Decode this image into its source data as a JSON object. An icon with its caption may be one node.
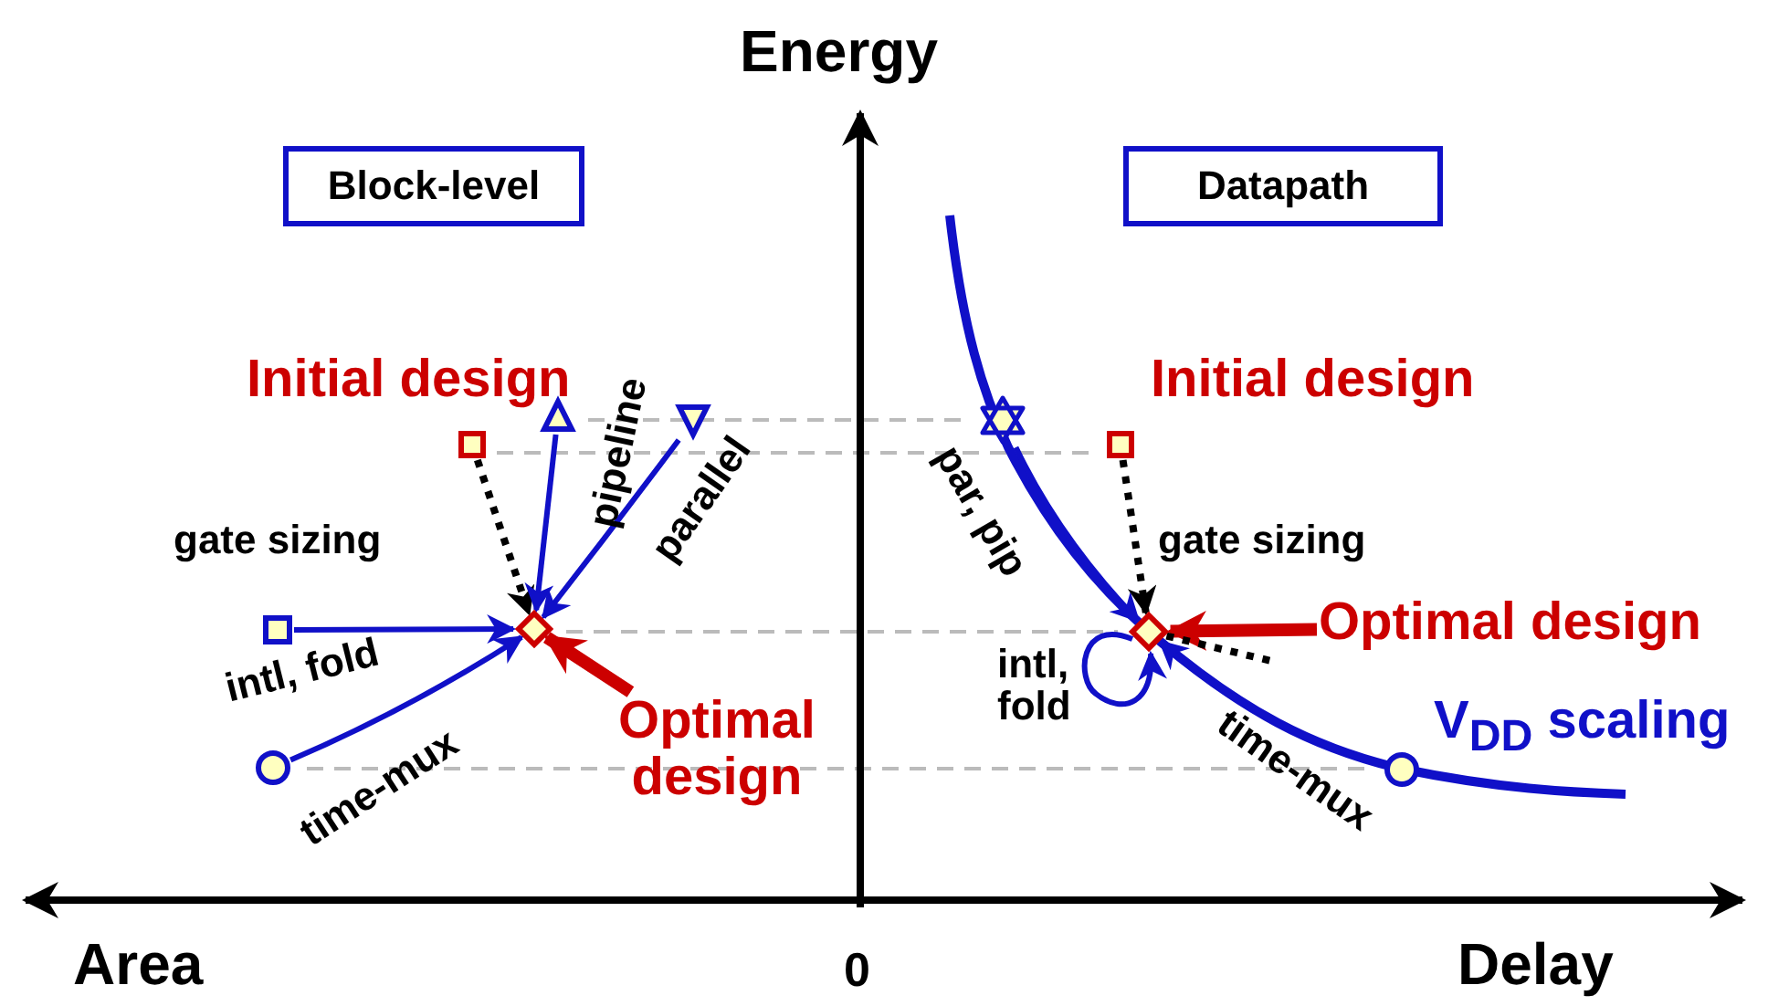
{
  "diagram": {
    "nodes": [
      {
        "text": [
          "Block-level"
        ]
      },
      {
        "text": [],
        "shape": "box",
        "beside": [
          "Initial design"
        ]
      },
      {
        "text": [],
        "shape": "triangle"
      },
      {
        "text": [],
        "shape": "triangle"
      },
      {
        "text": [],
        "shape": "diamond"
      },
      {
        "text": [],
        "shape": "box"
      },
      {
        "text": [],
        "shape": "circle"
      },
      {
        "text": [
          "Optimal design"
        ]
      },
      {
        "text": [
          "Datapath"
        ]
      },
      {
        "text": [],
        "shape": "star"
      },
      {
        "text": [],
        "shape": "box",
        "beside": [
          "Initial design"
        ]
      },
      {
        "text": [],
        "shape": "diamond"
      },
      {
        "text": [],
        "shape": "circle"
      },
      {
        "text": [
          "Optimal design"
        ]
      }
    ],
    "edges": [
      {
        "from": 1,
        "to": 4,
        "arrow": "to",
        "label": "gate sizing",
        "style": "dashed",
        "color": "#000000"
      },
      {
        "from": 2,
        "to": 4,
        "arrow": "to",
        "label": "pipeline"
      },
      {
        "from": 3,
        "to": 4,
        "arrow": "to",
        "label": "parallel"
      },
      {
        "from": 5,
        "to": 4,
        "arrow": "to",
        "label": "intl, fold"
      },
      {
        "from": 6,
        "to": 4,
        "arrow": "to",
        "label": "time-mux"
      },
      {
        "from": 7,
        "to": 4,
        "arrow": "to",
        "style": "thick",
        "color": "#cc0000"
      },
      {
        "from": 9,
        "to": 11,
        "arrow": "to",
        "label": "par, pip"
      },
      {
        "from": 10,
        "to": 11,
        "arrow": "to",
        "label": "gate sizing",
        "style": "dashed",
        "color": "#000000"
      },
      {
        "from": 11,
        "to": 11,
        "arrow": "to",
        "label": "intl, fold"
      },
      {
        "from": 12,
        "to": 11,
        "arrow": "to",
        "label": "time-mux"
      },
      {
        "from": 13,
        "to": 11,
        "arrow": "to",
        "style": "thick",
        "color": "#cc0000"
      },
      {
        "from": 11,
        "to": null,
        "arrow": "none",
        "style": "dashed",
        "color": "#000000"
      }
    ],
    "labels": [
      "Energy",
      "Area",
      "0",
      "Delay",
      "V$_{DD}$ scaling"
    ]
  }
}
